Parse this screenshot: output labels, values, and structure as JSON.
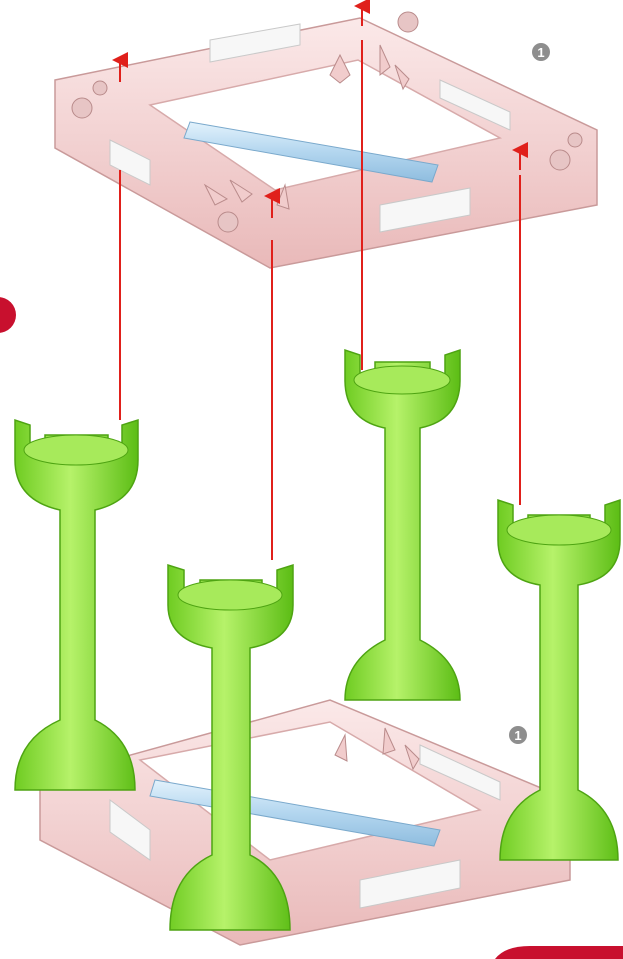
{
  "diagram": {
    "step_marker": {
      "text": "",
      "color": "#c8102e"
    },
    "labels": [
      {
        "id": "top-frame-label",
        "text": "1"
      },
      {
        "id": "bottom-frame-label",
        "text": "1"
      }
    ],
    "parts": [
      {
        "id": "top-frame",
        "kind": "square-frame",
        "color": "#f4d7d7"
      },
      {
        "id": "bottom-frame",
        "kind": "square-frame",
        "color": "#f4d7d7"
      },
      {
        "id": "cross-rod",
        "kind": "rod",
        "color": "#bcdcf2"
      },
      {
        "id": "pillars",
        "kind": "tower-pillar",
        "count": 4,
        "color": "#8ee03a"
      }
    ],
    "arrow_color": "#e0201b",
    "guide_line_color": "#e0201b"
  }
}
